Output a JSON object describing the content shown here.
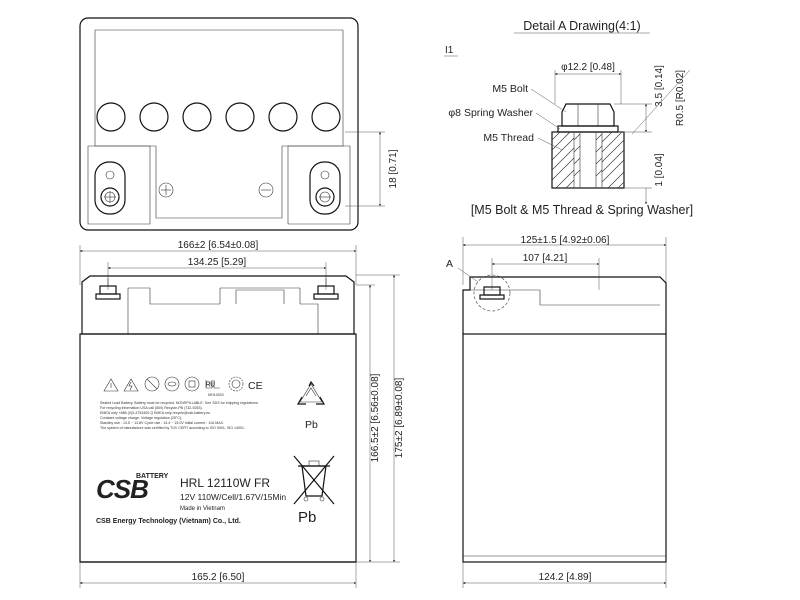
{
  "detail": {
    "title": "Detail A Drawing(4:1)",
    "ref": "I1",
    "bolt_label": "M5 Bolt",
    "washer_label": "φ8 Spring Washer",
    "thread_label": "M5 Thread",
    "dia_dim": "φ12.2  [0.48]",
    "height_dim": "3.5  [0.14]",
    "radius_dim": "R0.5  [R0.02]",
    "gap_dim": "1  [0.04]",
    "caption": "[M5 Bolt & M5 Thread & Spring Washer]"
  },
  "top_view": {
    "terminal_dim": "18  [0.71]"
  },
  "front_view": {
    "overall_width": "166±2  [6.54±0.08]",
    "terminal_spacing": "134.25  [5.29]",
    "base_width": "165.2  [6.50]",
    "body_height": "166.5±2  [6.56±0.08]",
    "total_height": "175±2  [6.89±0.08]",
    "brand_word": "BATTERY",
    "brand_logo": "CSB",
    "model": "HRL 12110W FR",
    "spec": "12V 110W/Cell/1.67V/15Min",
    "made_in": "Made in Vietnam",
    "company": "CSB Energy Technology (Vietnam) Co., Ltd.",
    "pb_label": "Pb",
    "pb_label_2": "Pb",
    "ce_mark": "CE",
    "ul_number": "MH14533",
    "fine_print": [
      "Sealed Lead Battery. Battery must be recycled. NONSPILLABLE. See SDS for shipping regulations.",
      "For recycling information USA call (800) Recycle-PB (732-9253).",
      "EMEA only +886 (0)3-4753400  Q  EMEA only  recycle@csb-battery.eu",
      "Constant voltage charge. Voltage regulation (25°C):",
      "Standby use : 13.5 ~ 13.8V  Cycle use : 14.4 ~ 15.0V  Initial current : 11A MAX.",
      "The system of manufacture was certified by TÜV CERT according to ISO 9001, ISO 14001."
    ]
  },
  "side_view": {
    "overall_width": "125±1.5  [4.92±0.06]",
    "terminal_offset": "107  [4.21]",
    "base_width": "124.2  [4.89]",
    "detail_marker": "A"
  },
  "colors": {
    "line": "#111111",
    "text": "#222222",
    "background": "#ffffff"
  }
}
